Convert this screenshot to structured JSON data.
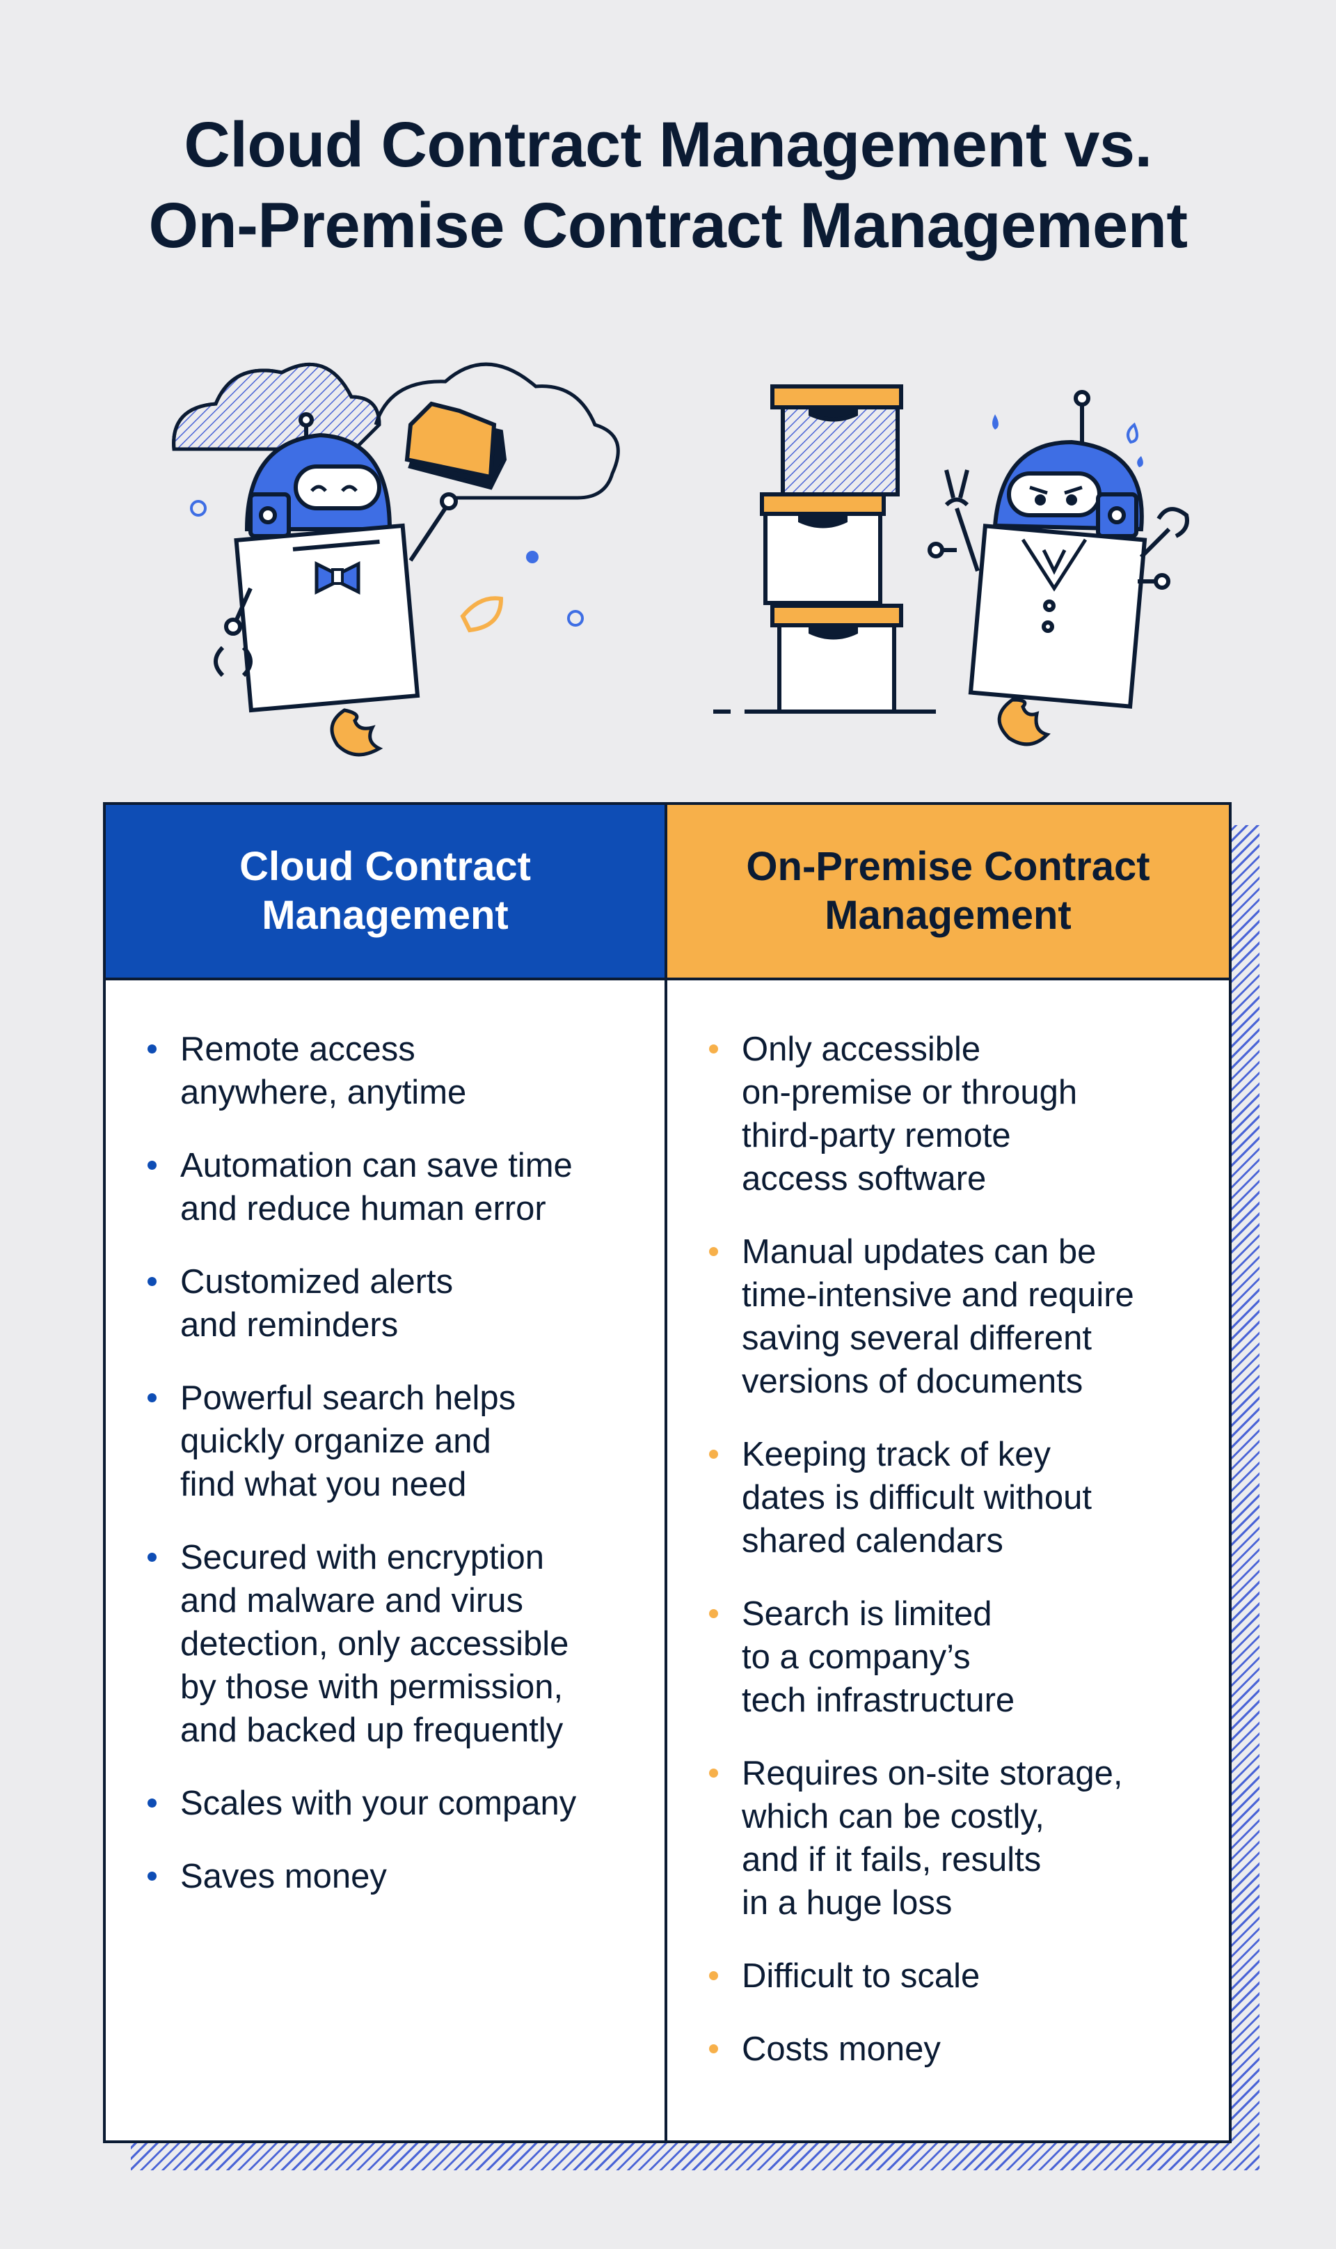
{
  "title": {
    "line1": "Cloud Contract Management vs.",
    "line2": "On-Premise Contract Management"
  },
  "illustration": {
    "left_robot": "happy-robot-with-cloud-and-folder",
    "right_robot": "worried-robot-with-filing-cabinets"
  },
  "colors": {
    "blue": "#0e4db5",
    "orange": "#f7b04a",
    "navy": "#0b1b33",
    "background": "#ececee"
  },
  "table": {
    "left_header": {
      "line1": "Cloud Contract",
      "line2": "Management"
    },
    "right_header": {
      "line1": "On-Premise Contract",
      "line2": "Management"
    },
    "left_items": [
      {
        "lines": [
          "Remote access",
          "anywhere, anytime"
        ]
      },
      {
        "lines": [
          "Automation can save time",
          "and reduce human error"
        ]
      },
      {
        "lines": [
          "Customized alerts",
          "and reminders"
        ]
      },
      {
        "lines": [
          "Powerful search helps",
          "quickly organize and",
          "find what you need"
        ]
      },
      {
        "lines": [
          "Secured with encryption",
          "and malware and virus",
          "detection, only accessible",
          "by those with permission,",
          "and backed up frequently"
        ]
      },
      {
        "lines": [
          "Scales with your company"
        ]
      },
      {
        "lines": [
          "Saves money"
        ]
      }
    ],
    "right_items": [
      {
        "lines": [
          "Only accessible",
          "on-premise or through",
          "third-party remote",
          "access software"
        ]
      },
      {
        "lines": [
          "Manual updates can be",
          "time-intensive and require",
          "saving several different",
          "versions of documents"
        ]
      },
      {
        "lines": [
          "Keeping track of key",
          "dates is difficult without",
          "shared calendars"
        ]
      },
      {
        "lines": [
          "Search is limited",
          "to a company’s",
          "tech infrastructure"
        ]
      },
      {
        "lines": [
          "Requires on-site storage,",
          "which can be costly,",
          "and if it fails, results",
          "in a huge loss"
        ]
      },
      {
        "lines": [
          "Difficult to scale"
        ]
      },
      {
        "lines": [
          "Costs money"
        ]
      }
    ]
  }
}
